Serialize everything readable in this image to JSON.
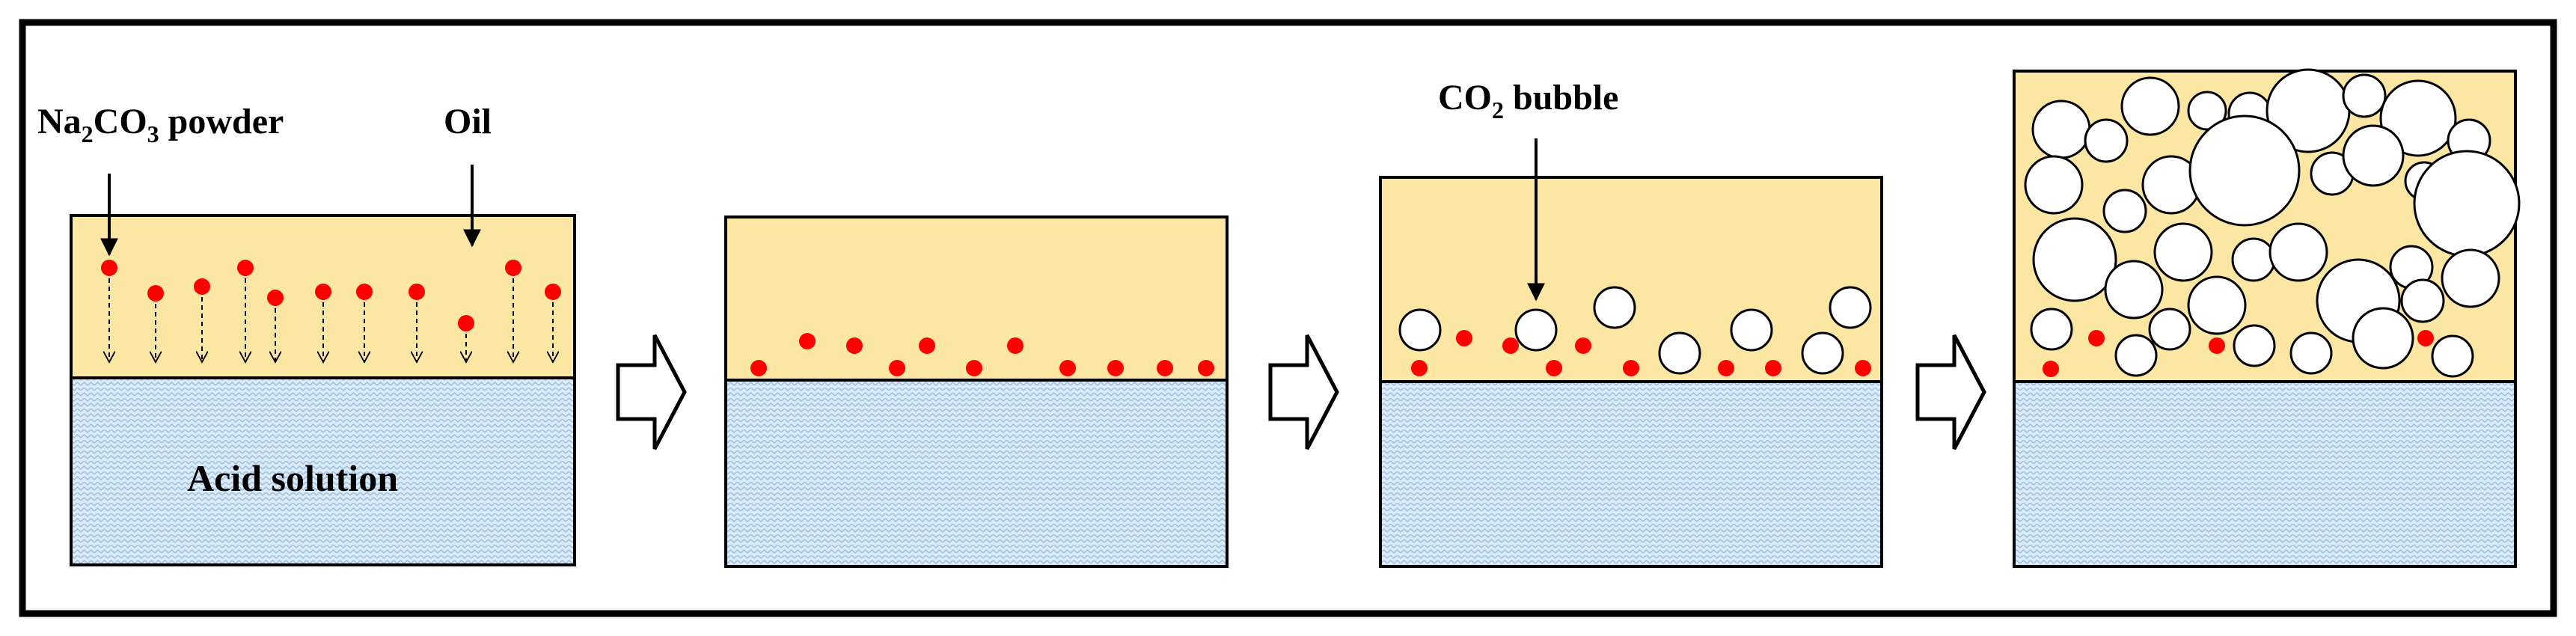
{
  "labels": {
    "powder_pre": "Na",
    "powder_sub1": "2",
    "powder_mid": "CO",
    "powder_sub2": "3",
    "powder_post": " powder",
    "oil": "Oil",
    "acid": "Acid solution",
    "bubble_pre": "CO",
    "bubble_sub": "2",
    "bubble_post": " bubble"
  },
  "colors": {
    "oil": "#FCE6A4",
    "acid": "#DEEBF7",
    "acid_wave": "#9DC3E6",
    "particle": "#FF0000",
    "bubble": "#FFFFFF",
    "outline": "#000000"
  },
  "stages": [
    {
      "name": "powder-added"
    },
    {
      "name": "powder-at-interface"
    },
    {
      "name": "bubbles-forming"
    },
    {
      "name": "foamed-oil"
    }
  ]
}
